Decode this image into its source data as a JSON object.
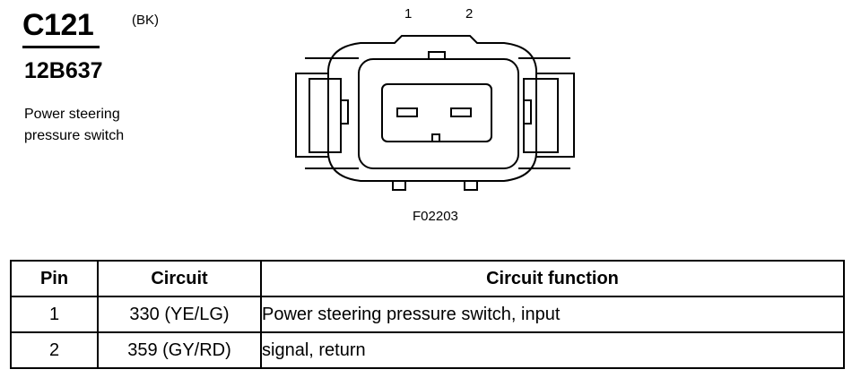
{
  "connector": {
    "id": "C121",
    "color_code": "(BK)",
    "part_number": "12B637",
    "description_line1": "Power steering",
    "description_line2": "pressure switch"
  },
  "diagram": {
    "pin_labels": [
      "1",
      "2"
    ],
    "figure_id": "F02203"
  },
  "table": {
    "headers": {
      "pin": "Pin",
      "circuit": "Circuit",
      "function": "Circuit function"
    },
    "rows": [
      {
        "pin": "1",
        "circuit": "330 (YE/LG)",
        "function": "Power steering pressure switch, input"
      },
      {
        "pin": "2",
        "circuit": "359 (GY/RD)",
        "function": "signal, return"
      }
    ]
  }
}
